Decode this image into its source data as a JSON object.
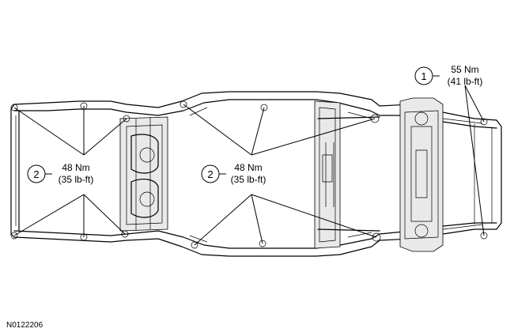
{
  "callouts": [
    {
      "number": "1",
      "torque_nm": "55 Nm",
      "torque_lbft": "(41 lb-ft)"
    },
    {
      "number": "2",
      "torque_nm": "48 Nm",
      "torque_lbft": "(35 lb-ft)"
    },
    {
      "number": "2",
      "torque_nm": "48 Nm",
      "torque_lbft": "(35 lb-ft)"
    }
  ],
  "reference_id": "N0122206"
}
